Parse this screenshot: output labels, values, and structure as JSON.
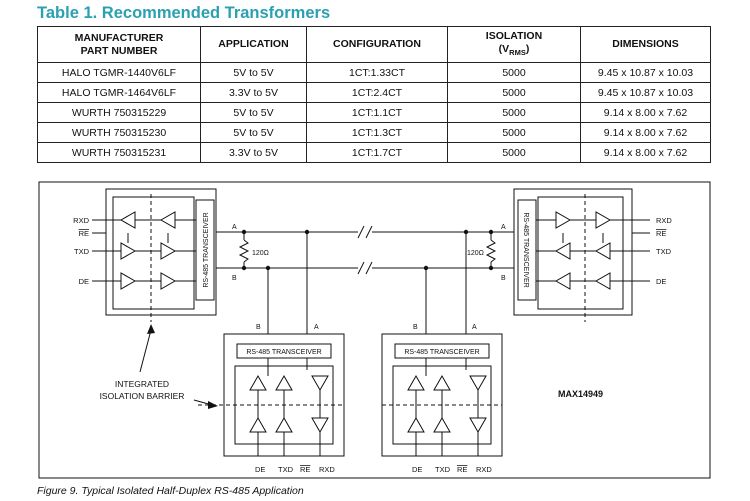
{
  "table": {
    "title": "Table 1. Recommended Transformers",
    "headers": {
      "part_line1": "MANUFACTURER",
      "part_line2": "PART NUMBER",
      "application": "APPLICATION",
      "configuration": "CONFIGURATION",
      "isolation_line1": "ISOLATION",
      "isolation_v": "(V",
      "isolation_sub": "RMS",
      "isolation_close": ")",
      "dimensions": "DIMENSIONS"
    },
    "rows": [
      {
        "part": "HALO TGMR-1440V6LF",
        "application": "5V to 5V",
        "configuration": "1CT:1.33CT",
        "isolation": "5000",
        "dimensions": "9.45 x 10.87 x 10.03"
      },
      {
        "part": "HALO TGMR-1464V6LF",
        "application": "3.3V to 5V",
        "configuration": "1CT:2.4CT",
        "isolation": "5000",
        "dimensions": "9.45 x 10.87 x 10.03"
      },
      {
        "part": "WURTH 750315229",
        "application": "5V to 5V",
        "configuration": "1CT:1.1CT",
        "isolation": "5000",
        "dimensions": "9.14 x 8.00 x 7.62"
      },
      {
        "part": "WURTH 750315230",
        "application": "5V to 5V",
        "configuration": "1CT:1.3CT",
        "isolation": "5000",
        "dimensions": "9.14 x 8.00 x 7.62"
      },
      {
        "part": "WURTH 750315231",
        "application": "3.3V to 5V",
        "configuration": "1CT:1.7CT",
        "isolation": "5000",
        "dimensions": "9.14 x 8.00 x 7.62"
      }
    ]
  },
  "figure": {
    "left_pins": {
      "rxd": "RXD",
      "re": "RE",
      "txd": "TXD",
      "de": "DE"
    },
    "right_pins": {
      "rxd": "RXD",
      "re": "RE",
      "txd": "TXD",
      "de": "DE"
    },
    "side_transceiver_label": "RS-485 TRANSCEIVER",
    "bottom_transceiver_label": "RS-485 TRANSCEIVER",
    "node_a": "A",
    "node_b": "B",
    "resistor": "120Ω",
    "bottom_pins": {
      "de": "DE",
      "txd": "TXD",
      "re": "RE",
      "rxd": "RXD"
    },
    "barrier_line1": "INTEGRATED",
    "barrier_line2": "ISOLATION BARRIER",
    "part": "MAX14949"
  },
  "caption": "Figure 9. Typical Isolated Half-Duplex RS-485 Application"
}
